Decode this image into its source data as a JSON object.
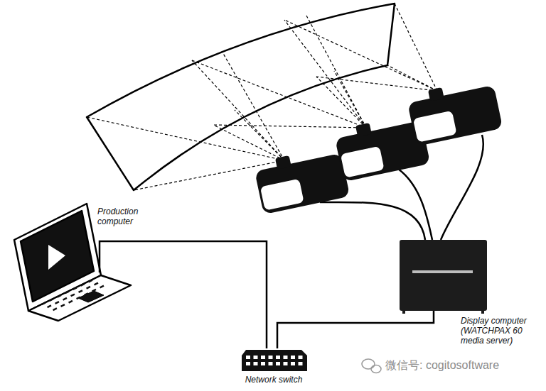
{
  "diagram": {
    "nodes": [
      {
        "text": [
          "Production computer"
        ]
      },
      {
        "text": [
          "Network switch"
        ]
      },
      {
        "text": [
          "Display computer (WATCHPAX 60 media server)"
        ]
      }
    ],
    "edges": [
      {
        "from": 0,
        "to": 1,
        "arrow": "none"
      },
      {
        "from": 1,
        "to": 2,
        "arrow": "none"
      }
    ],
    "labels": [
      "微信号: cogitosoftware"
    ]
  }
}
